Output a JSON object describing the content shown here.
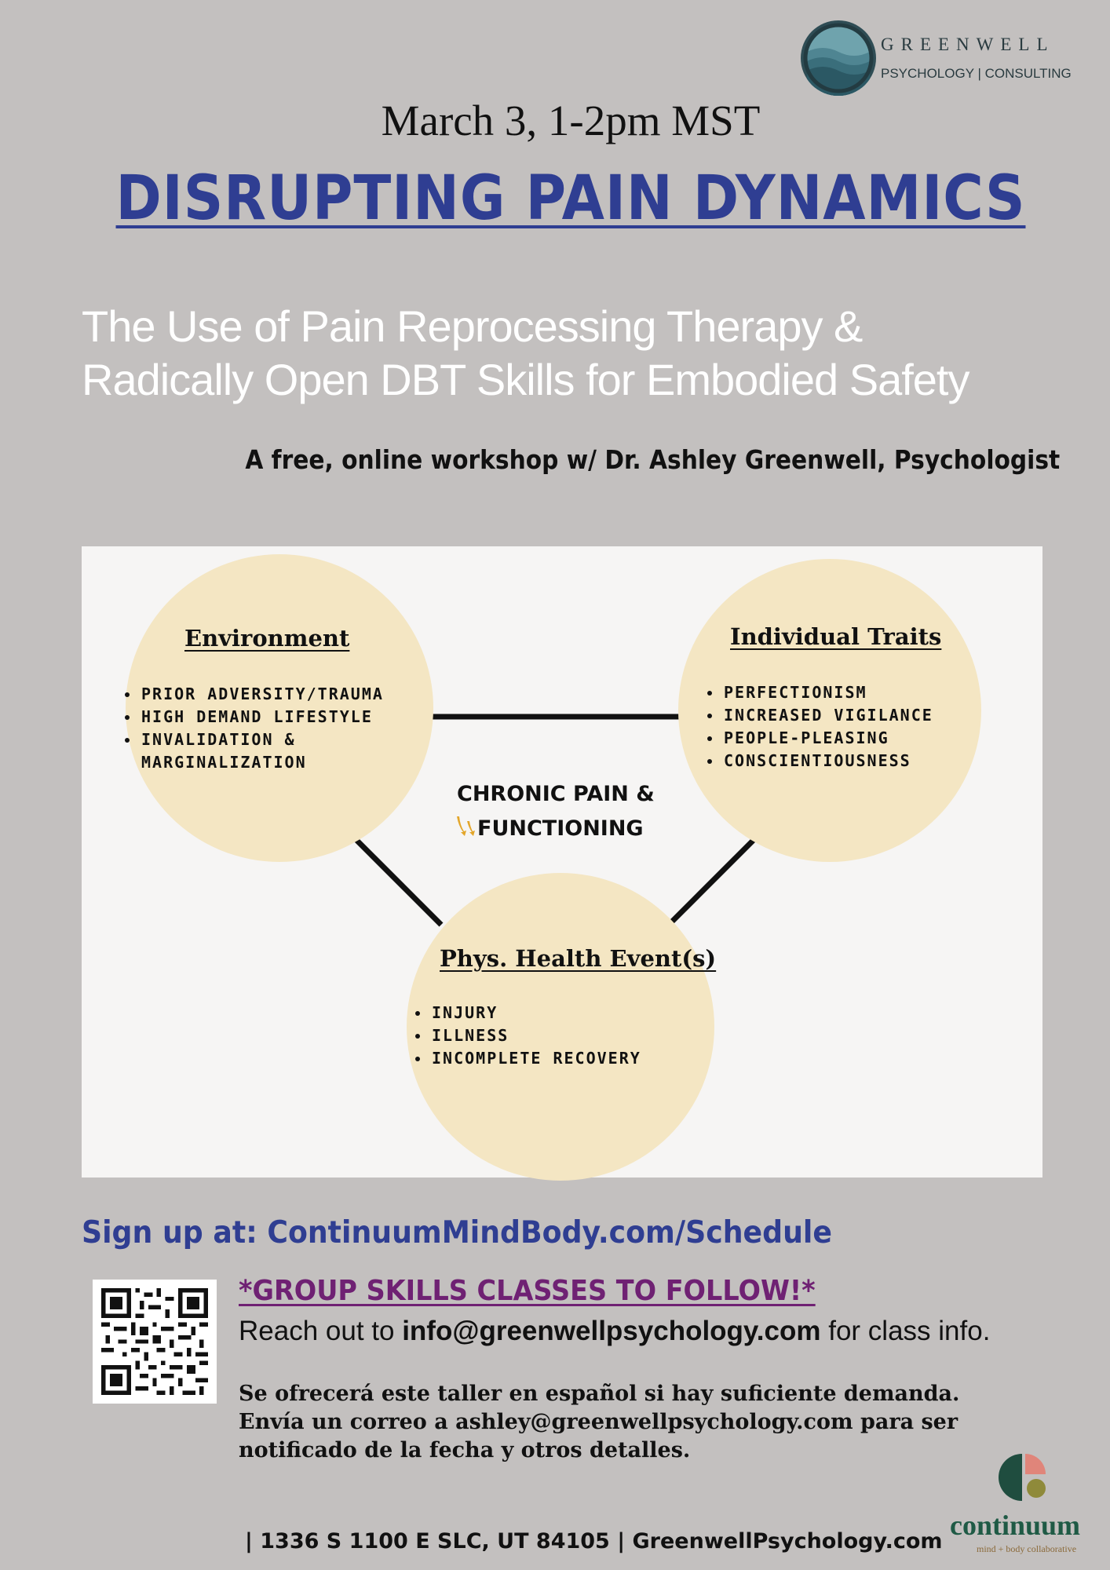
{
  "header": {
    "logo_name": "GREENWELL",
    "logo_sub": "PSYCHOLOGY | CONSULTING",
    "date": "March 3, 1-2pm MST",
    "title": "DISRUPTING PAIN DYNAMICS"
  },
  "subtitle": {
    "line1": "The Use of Pain Reprocessing Therapy &",
    "line2": "Radically Open DBT Skills for Embodied Safety"
  },
  "tagline": "A free, online workshop w/ Dr. Ashley Greenwell, Psychologist",
  "diagram": {
    "environment": {
      "title": "Environment",
      "items": [
        "PRIOR ADVERSITY/TRAUMA",
        "HIGH DEMAND LIFESTYLE",
        "INVALIDATION &",
        "MARGINALIZATION"
      ]
    },
    "traits": {
      "title": "Individual Traits",
      "items": [
        "PERFECTIONISM",
        "INCREASED VIGILANCE",
        "PEOPLE-PLEASING",
        "CONSCIENTIOUSNESS"
      ]
    },
    "health": {
      "title": "Phys. Health Event(s)",
      "items": [
        "INJURY",
        "ILLNESS",
        "INCOMPLETE RECOVERY"
      ]
    },
    "center": {
      "line1": "CHRONIC PAIN &",
      "line2": "FUNCTIONING"
    },
    "colors": {
      "circle": "#f4e6c3",
      "panel": "#f6f5f4",
      "arrow": "#e3a62a"
    }
  },
  "signup": "Sign up at: ContinuumMindBody.com/Schedule",
  "group": {
    "heading": "*GROUP SKILLS CLASSES TO FOLLOW!*",
    "reach_prefix": "Reach out to ",
    "reach_email": "info@greenwellpsychology.com",
    "reach_suffix": " for class info."
  },
  "spanish": {
    "line1": "Se ofrecerá este taller en español si hay suficiente demanda.",
    "line2": "Envía un correo a ashley@greenwellpsychology.com para ser",
    "line3": "notificado de la fecha y otros detalles."
  },
  "footer": "| 1336 S 1100 E SLC, UT 84105 | GreenwellPsychology.com",
  "continuum": {
    "name": "continuum",
    "sub": "mind + body collaborative"
  },
  "colors": {
    "background": "#c3c0bf",
    "title_blue": "#2f3e92",
    "purple": "#6f2173"
  }
}
